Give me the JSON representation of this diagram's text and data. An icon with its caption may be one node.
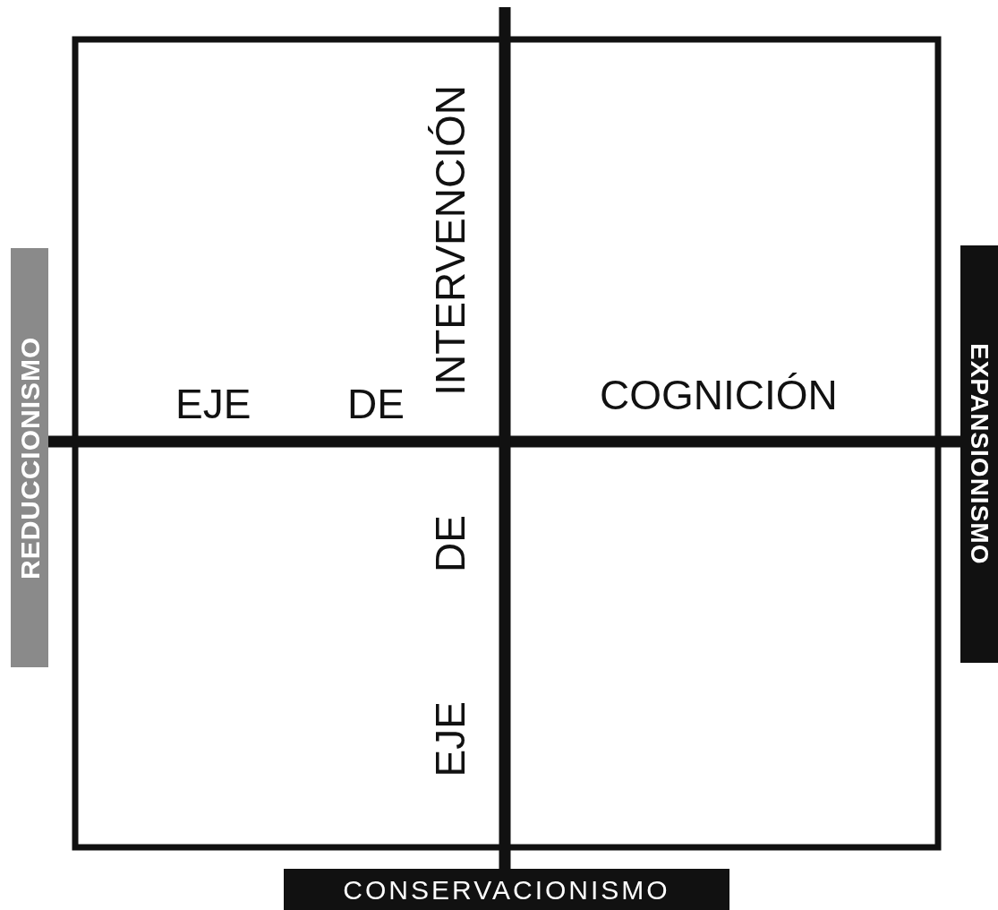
{
  "diagram": {
    "nodes": [
      {
        "text": [
          "REDUCCIONISMO"
        ]
      },
      {
        "text": [
          "EXPANSIONISMO"
        ]
      },
      {
        "text": [
          "CONSERVACIONISMO"
        ]
      }
    ],
    "edges": [
      {
        "from": 0,
        "to": 1,
        "arrow": "none"
      },
      {
        "from": null,
        "to": 2,
        "arrow": "none"
      }
    ],
    "labels": [
      "INTERVENCIÓN",
      "EJE",
      "DE",
      "COGNICIÓN",
      "DE",
      "EJE"
    ]
  }
}
